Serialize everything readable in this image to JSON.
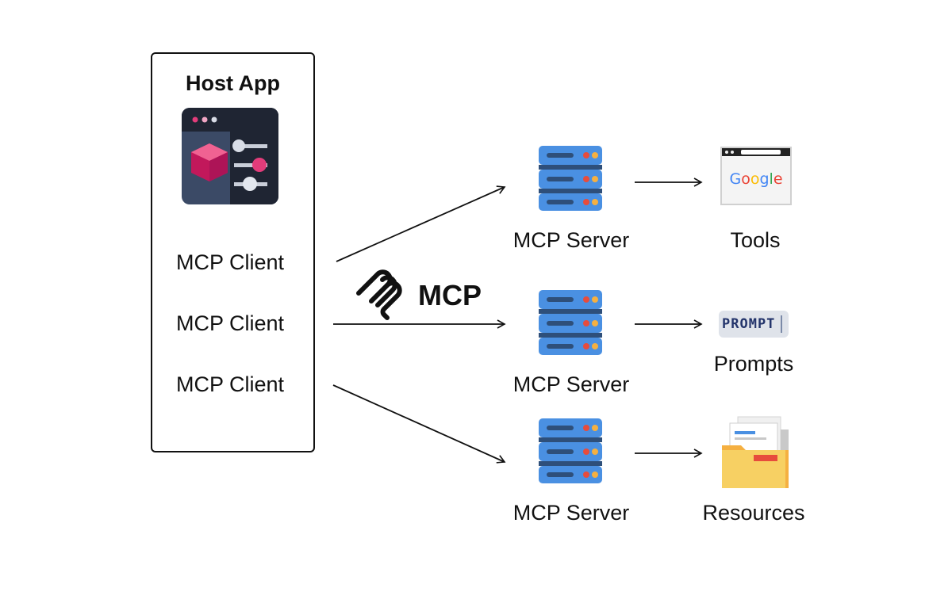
{
  "host": {
    "title": "Host App",
    "app_icon": "host-app-window-icon",
    "clients": [
      "MCP Client",
      "MCP Client",
      "MCP Client"
    ]
  },
  "protocol": {
    "label": "MCP",
    "logo_icon": "mcp-logo-icon"
  },
  "servers": [
    {
      "label": "MCP Server",
      "icon": "server-rack-icon"
    },
    {
      "label": "MCP Server",
      "icon": "server-rack-icon"
    },
    {
      "label": "MCP Server",
      "icon": "server-rack-icon"
    }
  ],
  "resources": [
    {
      "label": "Tools",
      "icon": "browser-google-icon",
      "icon_text": "Google"
    },
    {
      "label": "Prompts",
      "icon": "prompt-tag-icon",
      "icon_text": "PROMPT"
    },
    {
      "label": "Resources",
      "icon": "folder-documents-icon"
    }
  ],
  "colors": {
    "server_blue": "#4a90e2",
    "server_dark": "#2e4f7a",
    "app_pink": "#e23c7a",
    "app_dark": "#1f2533",
    "app_mid": "#3b4a66",
    "folder_yellow": "#f7d063",
    "prompt_navy": "#23346b"
  }
}
